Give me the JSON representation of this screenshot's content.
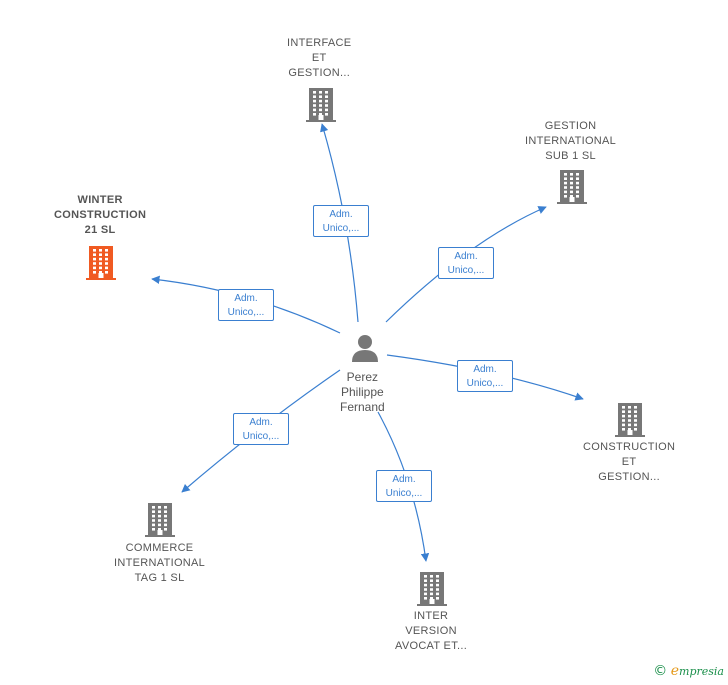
{
  "colors": {
    "edge": "#3a7fd0",
    "building": "#777777",
    "building_highlight": "#f05a22",
    "person": "#777777"
  },
  "center": {
    "icon": "person-icon",
    "label_lines": [
      "Perez",
      "Philippe",
      "Fernand"
    ]
  },
  "companies": [
    {
      "id": "interface",
      "label_lines": [
        "INTERFACE",
        "ET",
        "GESTION..."
      ],
      "highlight": false,
      "icon": "building-icon"
    },
    {
      "id": "gestion-international",
      "label_lines": [
        "GESTION",
        "INTERNATIONAL",
        "SUB 1  SL"
      ],
      "highlight": false,
      "icon": "building-icon"
    },
    {
      "id": "winter",
      "label_lines": [
        "WINTER",
        "CONSTRUCTION",
        "21  SL"
      ],
      "highlight": true,
      "icon": "building-icon"
    },
    {
      "id": "construction",
      "label_lines": [
        "CONSTRUCTION",
        "ET",
        "GESTION..."
      ],
      "highlight": false,
      "icon": "building-icon"
    },
    {
      "id": "commerce",
      "label_lines": [
        "COMMERCE",
        "INTERNATIONAL",
        "TAG 1  SL"
      ],
      "highlight": false,
      "icon": "building-icon"
    },
    {
      "id": "inter-version",
      "label_lines": [
        "INTER",
        "VERSION",
        "AVOCAT ET..."
      ],
      "highlight": false,
      "icon": "building-icon"
    }
  ],
  "edges": [
    {
      "to": "interface",
      "label_lines": [
        "Adm.",
        "Unico,..."
      ]
    },
    {
      "to": "gestion-international",
      "label_lines": [
        "Adm.",
        "Unico,..."
      ]
    },
    {
      "to": "winter",
      "label_lines": [
        "Adm.",
        "Unico,..."
      ]
    },
    {
      "to": "construction",
      "label_lines": [
        "Adm.",
        "Unico,..."
      ]
    },
    {
      "to": "commerce",
      "label_lines": [
        "Adm.",
        "Unico,..."
      ]
    },
    {
      "to": "inter-version",
      "label_lines": [
        "Adm.",
        "Unico,..."
      ]
    }
  ],
  "footer": {
    "copyright_symbol": "©",
    "brand_initial": "e",
    "brand_rest": "mpresia"
  }
}
